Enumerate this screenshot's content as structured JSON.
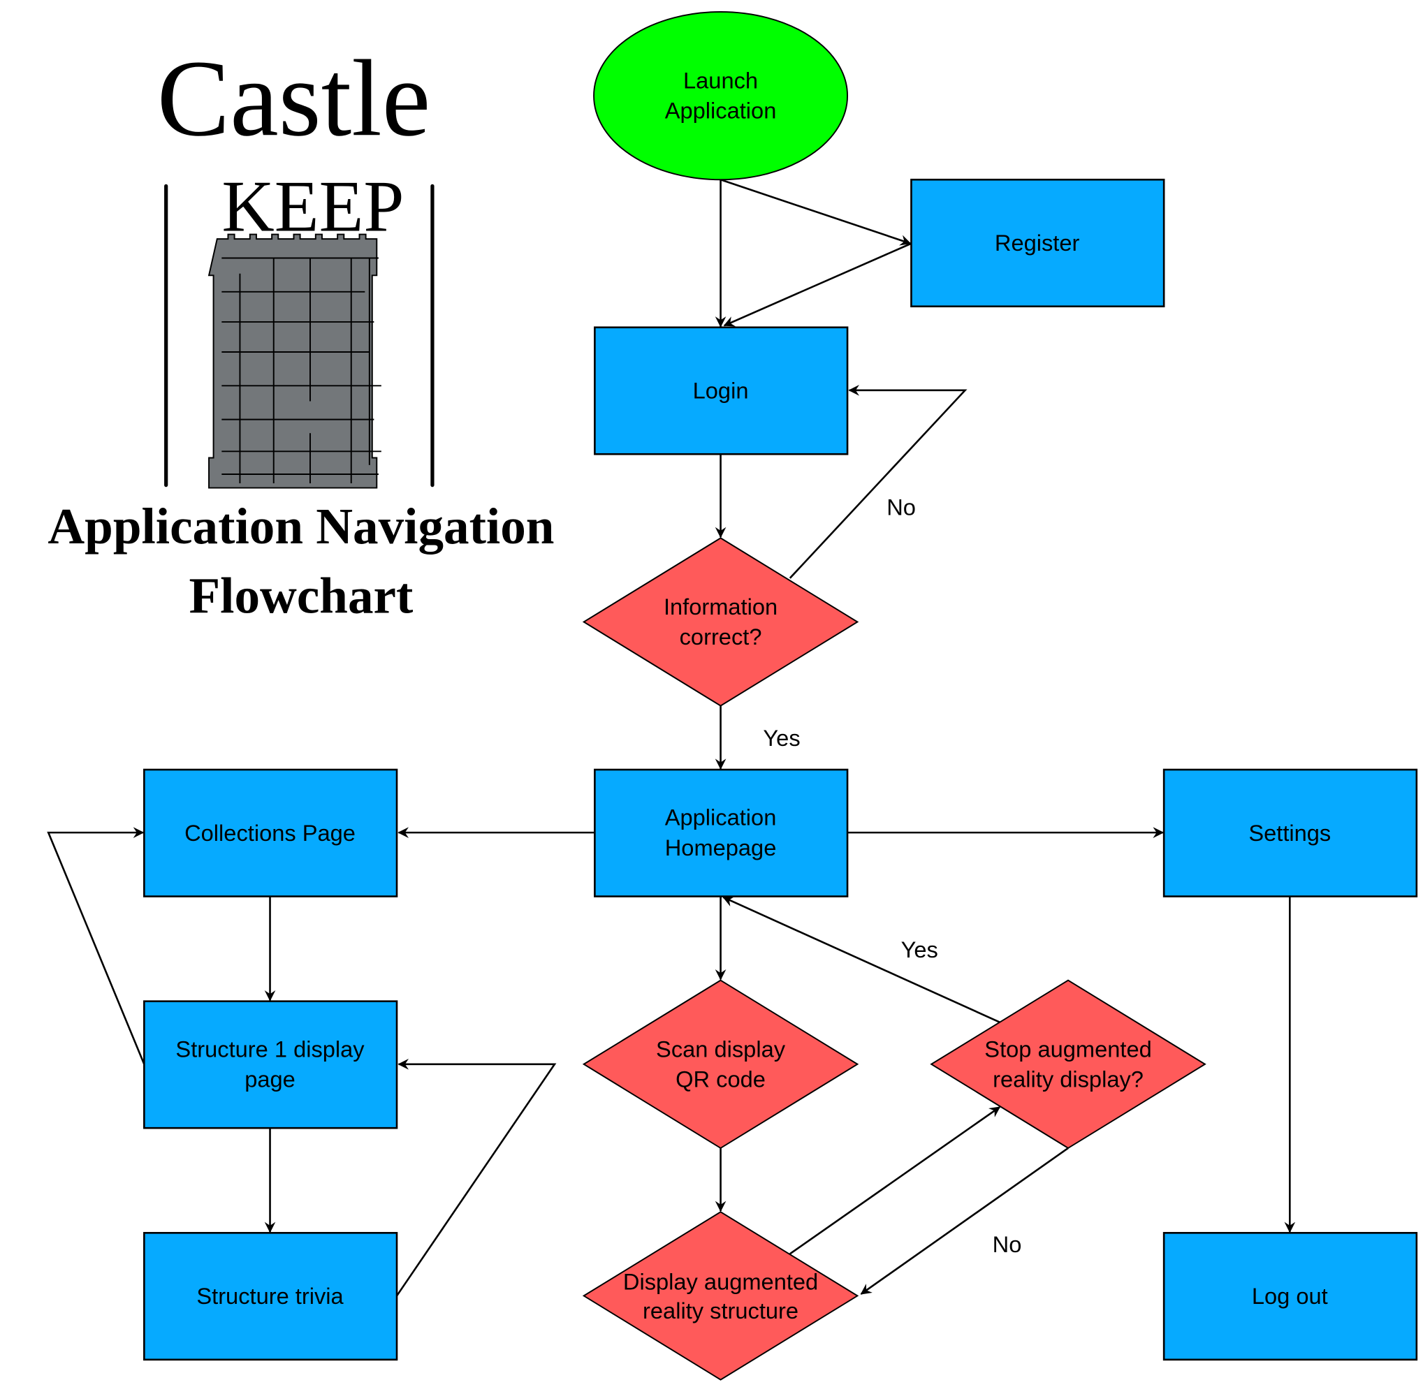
{
  "logo": {
    "word1": "Castle",
    "word2": "KEEP"
  },
  "title": {
    "line1": "Application Navigation",
    "line2": "Flowchart"
  },
  "colors": {
    "start": "#00ff00",
    "process": "#06aaff",
    "decision": "#ff5a5a",
    "stroke": "#000000"
  },
  "nodes": {
    "launch": {
      "label1": "Launch",
      "label2": "Application"
    },
    "register": {
      "label": "Register"
    },
    "login": {
      "label": "Login"
    },
    "info_correct": {
      "label1": "Information",
      "label2": "correct?"
    },
    "homepage": {
      "label1": "Application",
      "label2": "Homepage"
    },
    "collections": {
      "label": "Collections Page"
    },
    "settings": {
      "label": "Settings"
    },
    "structure1": {
      "label1": "Structure 1 display",
      "label2": "page"
    },
    "trivia": {
      "label": "Structure trivia"
    },
    "logout": {
      "label": "Log out"
    },
    "scan_qr": {
      "label1": "Scan display",
      "label2": "QR code"
    },
    "display_ar": {
      "label1": "Display augmented",
      "label2": "reality structure"
    },
    "stop_ar": {
      "label1": "Stop augmented",
      "label2": "reality display?"
    }
  },
  "edge_labels": {
    "info_no": "No",
    "info_yes": "Yes",
    "stop_yes": "Yes",
    "stop_no": "No"
  }
}
